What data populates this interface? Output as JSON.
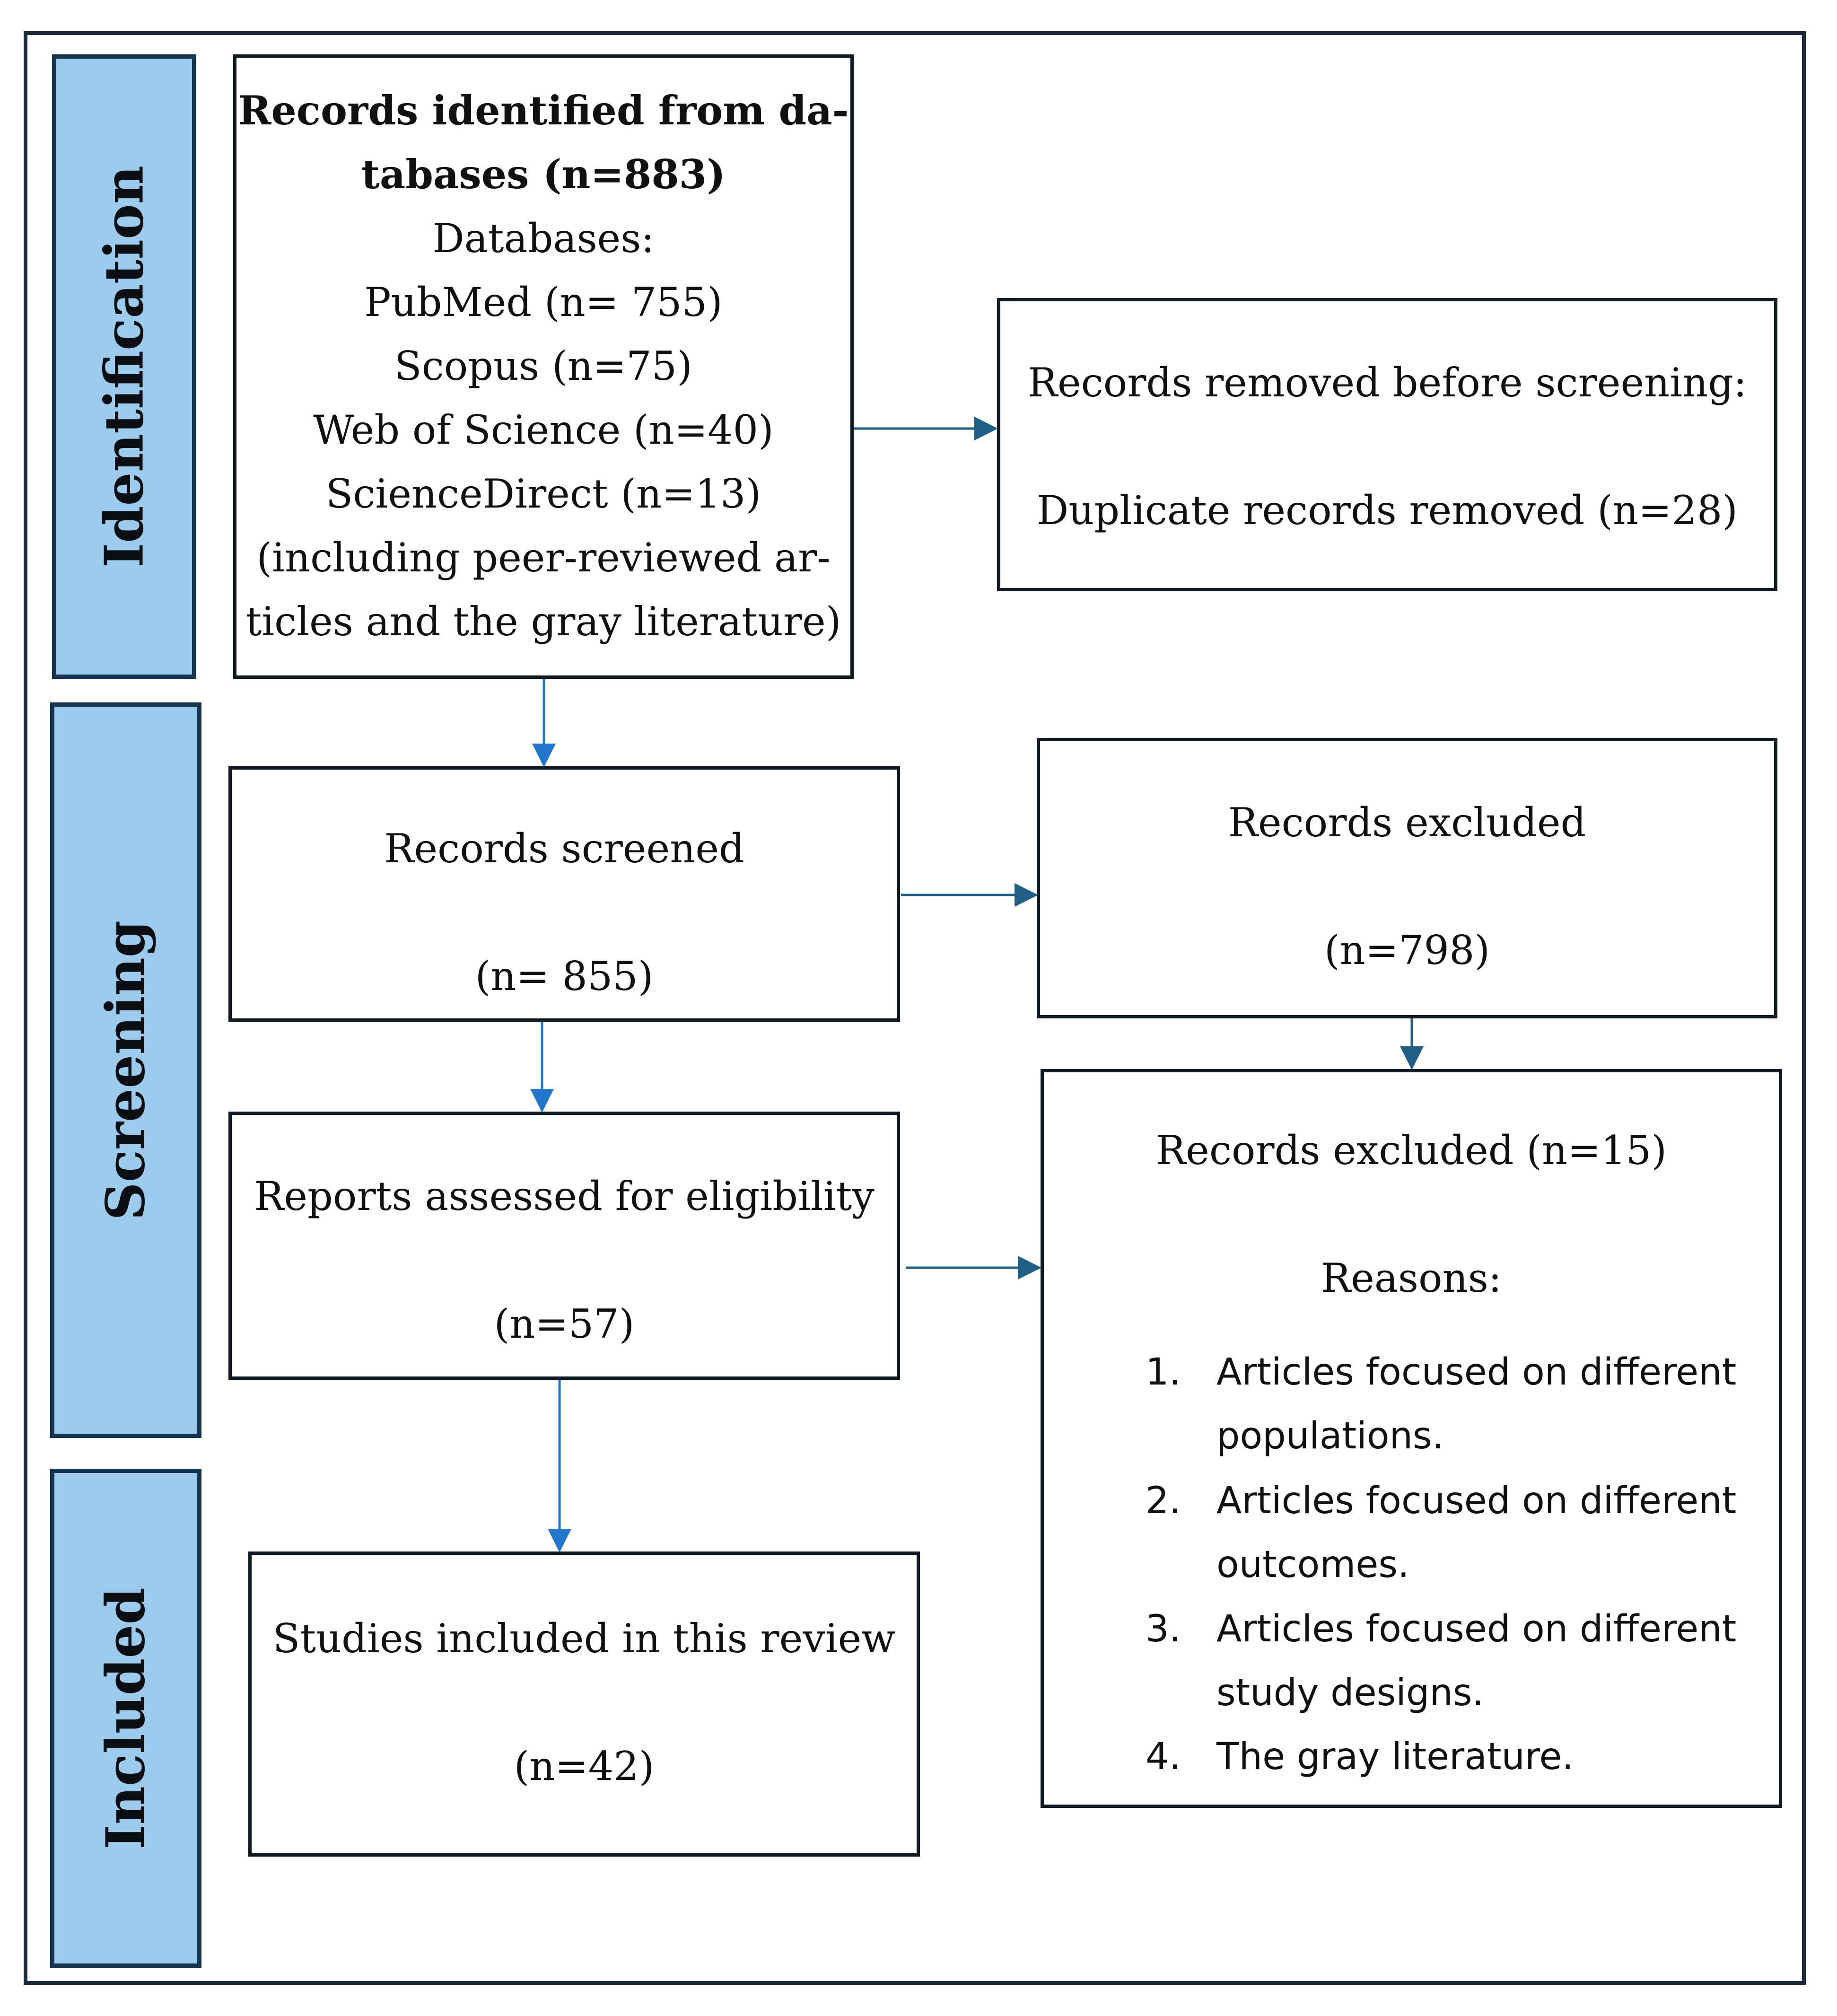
{
  "phases": {
    "identification": "Identification",
    "screening": "Screening",
    "included": "Included"
  },
  "identified": {
    "line1": "Records identified from da-",
    "line2": "tabases (n=883)",
    "databases_label": "Databases:",
    "pubmed": "PubMed (n= 755)",
    "scopus": "Scopus (n=75)",
    "wos": "Web of Science (n=40)",
    "sciencedirect": "ScienceDirect (n=13)",
    "note_line1": "(including peer-reviewed ar-",
    "note_line2": "ticles and the gray literature)"
  },
  "removed": {
    "title": "Records removed before screening:",
    "detail": "Duplicate records removed (n=28)"
  },
  "screened": {
    "title": "Records screened",
    "count": "(n= 855)"
  },
  "excluded_screening": {
    "title": "Records excluded",
    "count": "(n=798)"
  },
  "assessed": {
    "title": "Reports assessed for eligibility",
    "count": "(n=57)"
  },
  "excluded_reports": {
    "title": "Records excluded (n=15)",
    "reasons_label": "Reasons:",
    "reasons": [
      {
        "num": "1.",
        "line1": "Articles focused on different",
        "line2": "populations."
      },
      {
        "num": "2.",
        "line1": "Articles focused on different",
        "line2": "outcomes."
      },
      {
        "num": "3.",
        "line1": "Articles focused on different",
        "line2": "study designs."
      },
      {
        "num": "4.",
        "line1": "The gray literature.",
        "line2": ""
      }
    ]
  },
  "included_box": {
    "title": "Studies included in this review",
    "count": "(n=42)"
  },
  "colors": {
    "phase_fill": "#9ccbee",
    "arrow_blue": "#2277cc",
    "arrow_teal": "#1f5f86"
  }
}
